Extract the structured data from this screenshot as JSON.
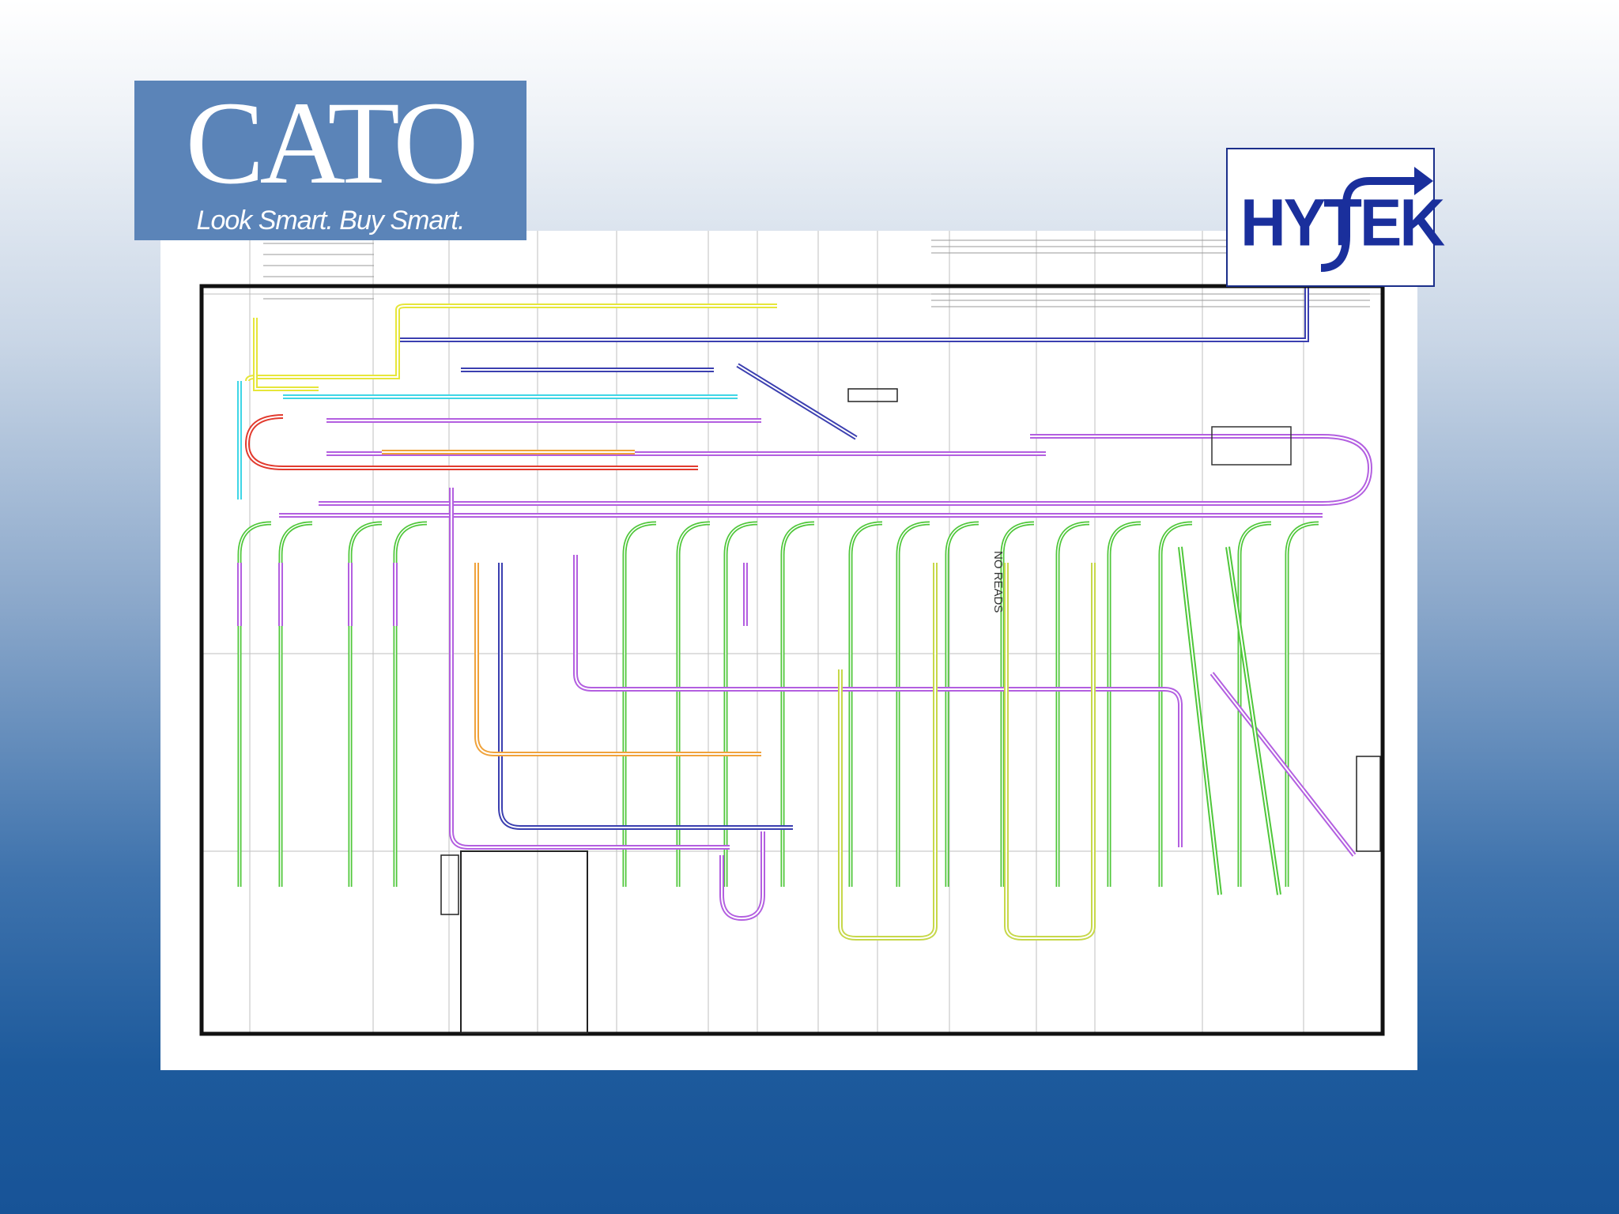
{
  "logos": {
    "left": {
      "wordmark": "CATO",
      "tagline": "Look Smart. Buy Smart."
    },
    "right": {
      "wordmark": "HYTEK"
    }
  },
  "drawing": {
    "annotation": "NO READS",
    "colors": {
      "green": "#4fc73a",
      "purple": "#b35fe0",
      "cyan": "#3fd6e6",
      "navy": "#3b3fb0",
      "red": "#e23a2e",
      "yellow": "#e6e63a",
      "orange": "#f0a23a",
      "olive": "#c7d84a",
      "border": "#111111",
      "grid": "#bfbfbf"
    }
  }
}
